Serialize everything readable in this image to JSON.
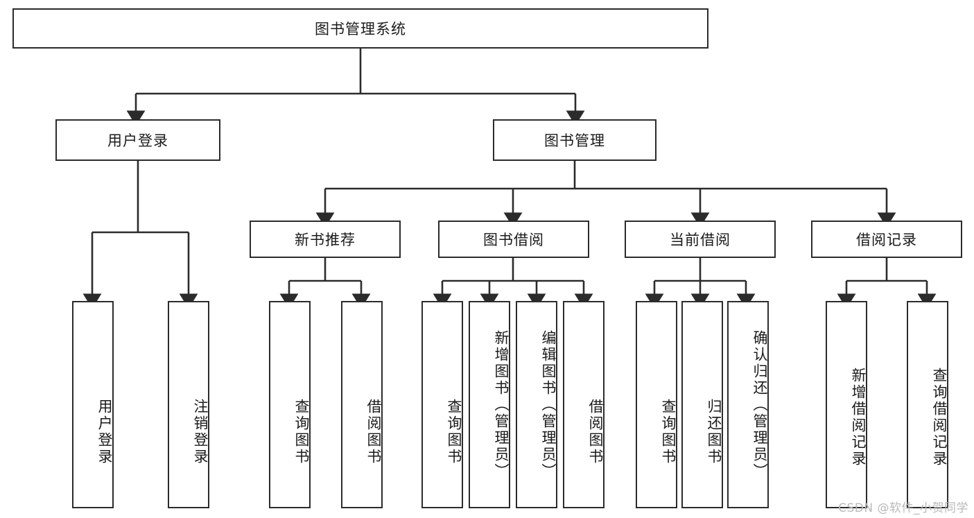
{
  "diagram": {
    "title": "图书管理系统",
    "type": "tree-hierarchy-diagram",
    "colors": {
      "box_border": "#2b2b2b",
      "box_fill": "#ffffff",
      "edge": "#2b2b2b",
      "text": "#1a1a1a",
      "watermark": "#b9b9b9",
      "background": "#ffffff"
    },
    "nodes": {
      "root": {
        "label": "图书管理系统",
        "orientation": "horizontal"
      },
      "level2": [
        {
          "id": "user-login",
          "label": "用户登录",
          "orientation": "horizontal"
        },
        {
          "id": "book-management",
          "label": "图书管理",
          "orientation": "horizontal"
        }
      ],
      "level3": [
        {
          "id": "new-book-recommend",
          "label": "新书推荐",
          "orientation": "horizontal"
        },
        {
          "id": "book-borrow",
          "label": "图书借阅",
          "orientation": "horizontal"
        },
        {
          "id": "current-borrow",
          "label": "当前借阅",
          "orientation": "horizontal"
        },
        {
          "id": "borrow-record",
          "label": "借阅记录",
          "orientation": "horizontal"
        }
      ],
      "leaves": {
        "user-login": [
          {
            "id": "leaf-user-login",
            "label": "用户登录",
            "orientation": "vertical"
          },
          {
            "id": "leaf-logout-login",
            "label": "注销登录",
            "orientation": "vertical"
          }
        ],
        "new-book-recommend": [
          {
            "id": "leaf-query-book-1",
            "label": "查询图书",
            "orientation": "vertical"
          },
          {
            "id": "leaf-borrow-book-1",
            "label": "借阅图书",
            "orientation": "vertical"
          }
        ],
        "book-borrow": [
          {
            "id": "leaf-query-book-2",
            "label": "查询图书",
            "orientation": "vertical"
          },
          {
            "id": "leaf-add-book-admin",
            "label": "新增图书（管理员）",
            "orientation": "vertical"
          },
          {
            "id": "leaf-edit-book-admin",
            "label": "编辑图书（管理员）",
            "orientation": "vertical"
          },
          {
            "id": "leaf-borrow-book-2",
            "label": "借阅图书",
            "orientation": "vertical"
          }
        ],
        "current-borrow": [
          {
            "id": "leaf-query-book-3",
            "label": "查询图书",
            "orientation": "vertical"
          },
          {
            "id": "leaf-return-book",
            "label": "归还图书",
            "orientation": "vertical"
          },
          {
            "id": "leaf-confirm-return-admin",
            "label": "确认归还（管理员）",
            "orientation": "vertical"
          }
        ],
        "borrow-record": [
          {
            "id": "leaf-add-borrow-record",
            "label": "新增借阅记录",
            "orientation": "vertical"
          },
          {
            "id": "leaf-query-borrow-record",
            "label": "查询借阅记录",
            "orientation": "vertical"
          }
        ]
      }
    },
    "watermark": "CSDN @软件_小贺同学"
  }
}
